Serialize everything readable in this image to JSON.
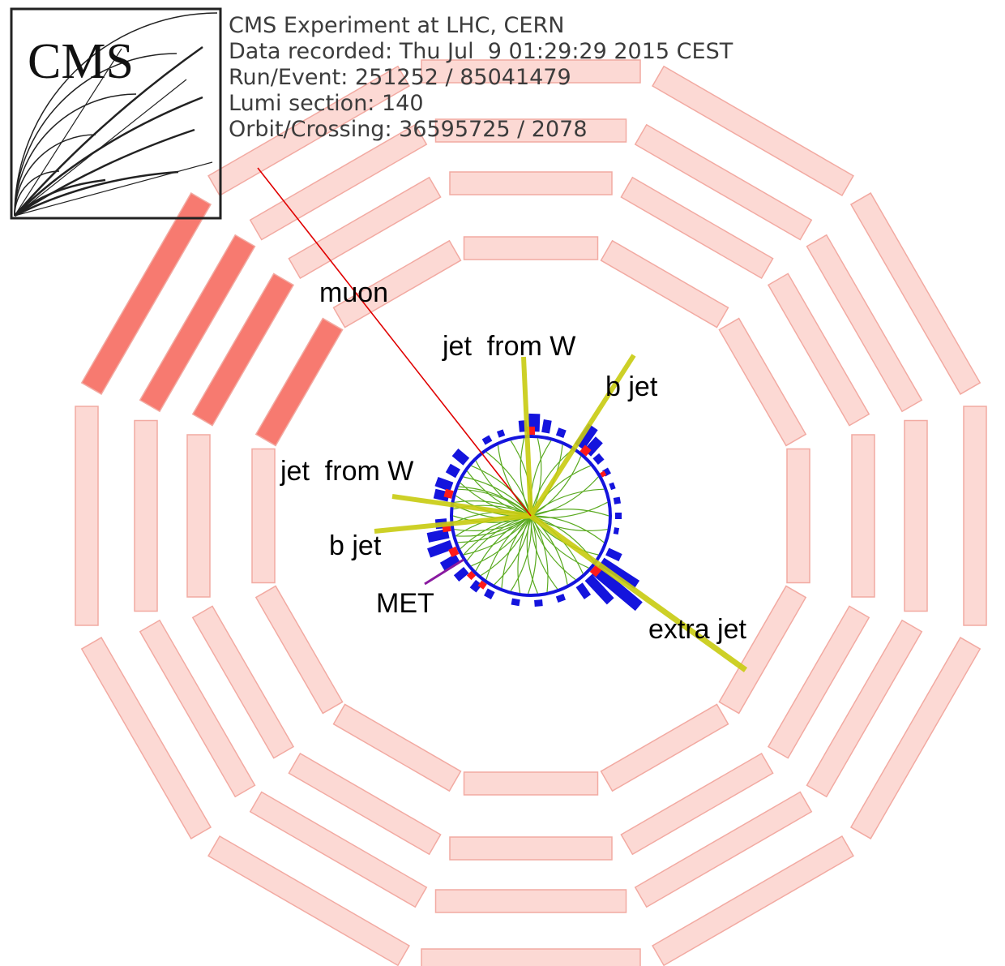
{
  "logo": {
    "text": "CMS"
  },
  "info": {
    "lines": [
      "CMS Experiment at LHC, CERN",
      "Data recorded: Thu Jul  9 01:29:29 2015 CEST",
      "Run/Event: 251252 / 85041479",
      "Lumi section: 140",
      "Orbit/Crossing: 36595725 / 2078"
    ]
  },
  "labels": {
    "muon": "muon",
    "jet_w_top": "jet  from W",
    "b_jet_right": "b jet",
    "jet_w_left": "jet  from W",
    "b_jet_left": "b jet",
    "met": "MET",
    "extra_jet": "extra jet"
  },
  "colors": {
    "chamber_fill": "#fcd9d4",
    "chamber_stroke": "#f2aaa2",
    "chamber_hit": "#f77a70",
    "muon_track": "#e00000",
    "jet": "#c8cc10",
    "tracks": "#5aaa20",
    "hcal": "#1414dd",
    "ecal": "#ff1a1a",
    "met": "#8a1aa0"
  }
}
